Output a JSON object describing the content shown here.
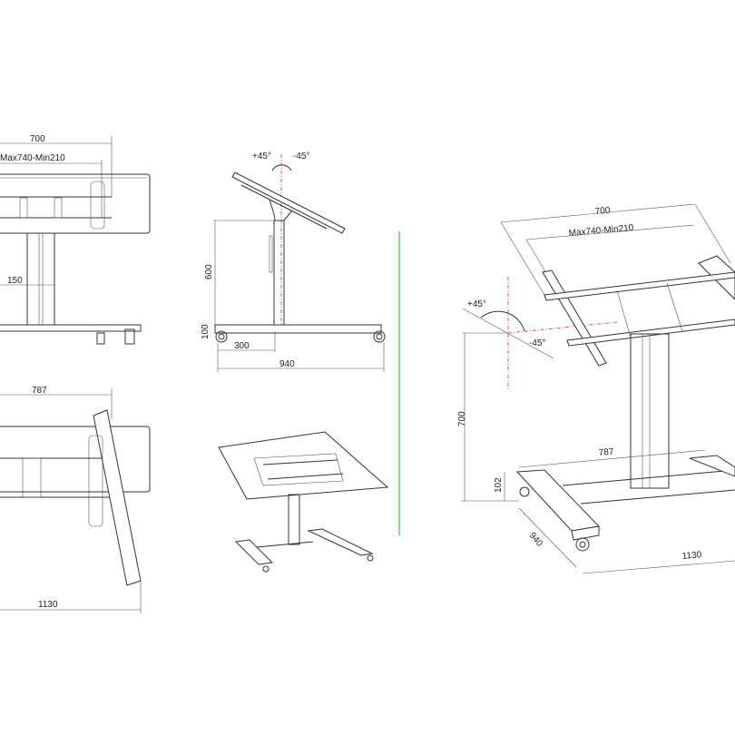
{
  "front_view": {
    "width": "700",
    "vesa_range": "Max740-Min210",
    "column_width": "150"
  },
  "side_view": {
    "tilt_plus": "+45°",
    "tilt_minus": "-45°",
    "column_height": "600",
    "base_height": "100",
    "wheel_offset": "300",
    "base_depth": "940"
  },
  "rotated_view": {
    "width": "787",
    "base_width": "1130"
  },
  "iso_view": {
    "width": "700",
    "vesa_range": "Max740-Min210",
    "tilt_plus": "+45°",
    "tilt_minus": "-45°",
    "height": "700",
    "base_height": "102",
    "inner_width": "787",
    "base_depth": "940",
    "base_width": "1130"
  },
  "colors": {
    "line": "#333333",
    "axis": "#cc3333",
    "divider": "#33cc33"
  }
}
